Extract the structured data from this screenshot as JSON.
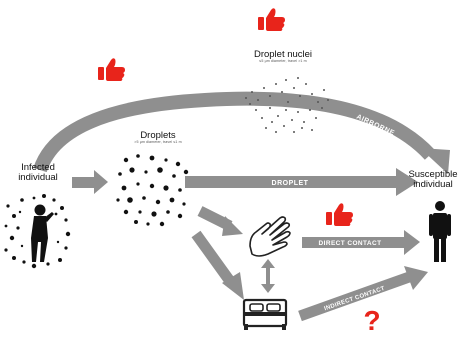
{
  "nodes": {
    "infected": {
      "line1": "Infected",
      "line2": "individual"
    },
    "susceptible": {
      "line1": "Susceptible",
      "line2": "individual"
    },
    "droplets": {
      "title": "Droplets",
      "subtitle": ">5 µm diameter, travel ≤1 m"
    },
    "droplet_nuclei": {
      "title": "Droplet nuclei",
      "subtitle": "≤5 µm diameter, travel >1 m"
    }
  },
  "routes": {
    "airborne": "AIRBORNE",
    "droplet": "DROPLET",
    "direct_contact": "DIRECT CONTACT",
    "indirect_contact": "INDIRECT CONTACT"
  },
  "markers": {
    "question": "?"
  },
  "colors": {
    "arrow": "#8f8f8f",
    "arrow_text": "#ffffff",
    "thumb": "#e8241b",
    "question": "#e8241b",
    "particles": "#111111"
  },
  "icons": [
    "thumbs-up-icon",
    "hand-icon",
    "bed-icon",
    "person-icon",
    "coughing-person-icon",
    "question-mark-icon"
  ]
}
